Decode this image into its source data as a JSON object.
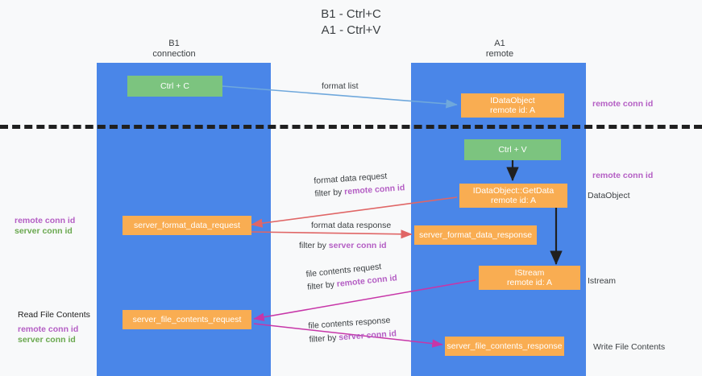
{
  "title": {
    "line1": "B1 - Ctrl+C",
    "line2": "A1 - Ctrl+V"
  },
  "columns": [
    {
      "name": "B1",
      "role": "connection"
    },
    {
      "name": "A1",
      "role": "remote"
    }
  ],
  "boxes": {
    "ctrl_c": "Ctrl + C",
    "ctrl_v": "Ctrl + V",
    "idataobject_title": "IDataObject",
    "idataobject_sub": "remote id: A",
    "getdata_title": "IDataObject::GetData",
    "getdata_sub": "remote id: A",
    "istream_title": "IStream",
    "istream_sub": "remote id: A",
    "server_format_data_request": "server_format_data_request",
    "server_format_data_response": "server_format_data_response",
    "server_file_contents_request": "server_file_contents_request",
    "server_file_contents_response": "server_file_contents_response"
  },
  "edge_labels": {
    "format_list": "format list",
    "format_data_request": "format data request",
    "format_data_request_filter_prefix": "filter by ",
    "format_data_request_filter_key": "remote conn id",
    "format_data_response": "format data response",
    "format_data_response_filter_prefix": "filter by ",
    "format_data_response_filter_key": "server conn id",
    "file_contents_request": "file contents request",
    "file_contents_request_filter_prefix": "filter by ",
    "file_contents_request_filter_key": "remote conn id",
    "file_contents_response": "file contents response",
    "file_contents_response_filter_prefix": "filter by ",
    "file_contents_response_filter_key": "server conn id"
  },
  "side_labels": {
    "right_remote_conn_id_top": "remote conn id",
    "right_remote_conn_id_mid": "remote conn id",
    "right_dataobject": "DataObject",
    "right_istream": "Istream",
    "right_write_file_contents": "Write File Contents",
    "left_remote_conn_id_1": "remote conn id",
    "left_server_conn_id_1": "server conn id",
    "left_read_file_contents": "Read File Contents",
    "left_remote_conn_id_2": "remote conn id",
    "left_server_conn_id_2": "server conn id"
  },
  "colors": {
    "lane": "#4a86e8",
    "green_box": "#7cc47f",
    "orange_box": "#f9ad52",
    "purple_text": "#b45ec4",
    "green_text": "#6aa84f",
    "arrow_blue": "#6fa8dc",
    "arrow_red": "#e06666",
    "arrow_black": "#202020",
    "arrow_magenta": "#c736a8",
    "background": "#f8f9fa"
  }
}
